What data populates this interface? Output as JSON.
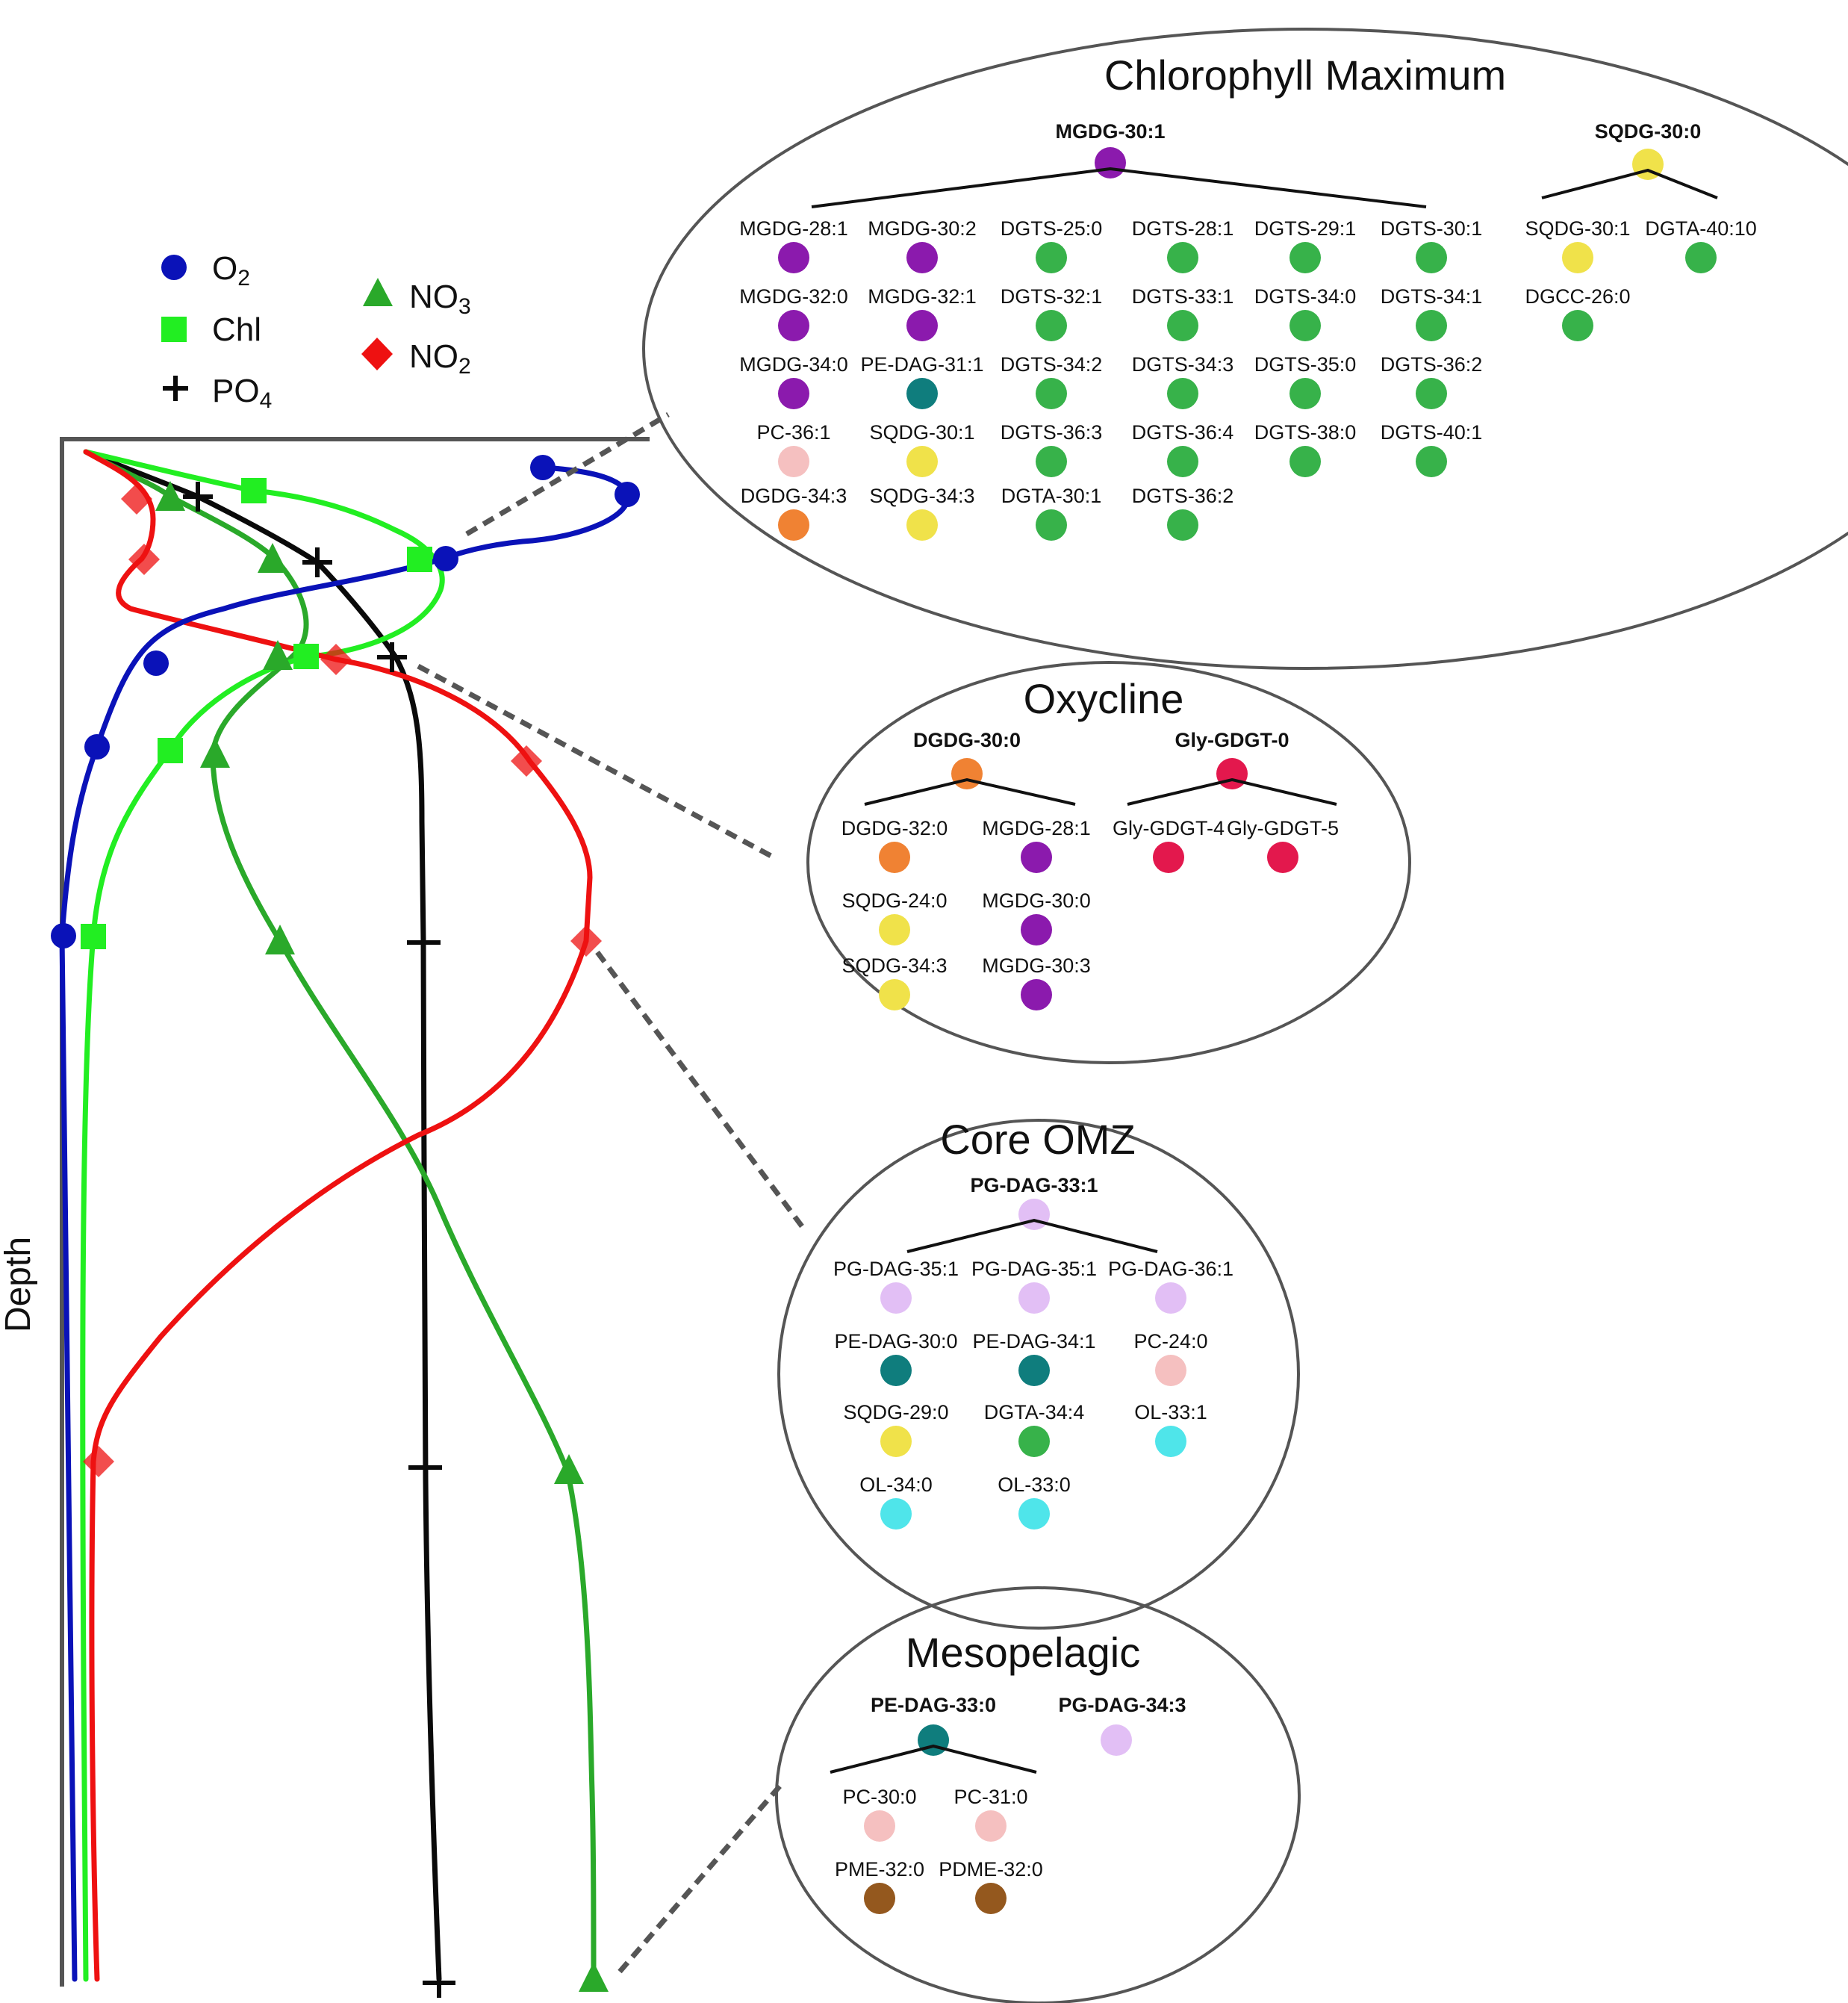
{
  "axis": {
    "ylabel": "Depth"
  },
  "colors": {
    "o2": "#0a12b8",
    "chl": "#22ee22",
    "po4": "#0a0a0a",
    "no3": "#2aa92a",
    "no2": "#ee1111",
    "purple": "#8b1aad",
    "green": "#37b24a",
    "teal": "#0f7d7d",
    "pink": "#f5c0c0",
    "yellow": "#f0e24a",
    "orange": "#f08233",
    "crimson": "#e3184d",
    "lavender": "#e2bff5",
    "cyan": "#4fe5ea",
    "brown": "#94581e"
  },
  "legend": {
    "o2": {
      "label": "O",
      "sub": "2"
    },
    "chl": {
      "label": "Chl",
      "sub": ""
    },
    "po4": {
      "label": "PO",
      "sub": "4"
    },
    "no3": {
      "label": "NO",
      "sub": "3"
    },
    "no2": {
      "label": "NO",
      "sub": "2"
    }
  },
  "zones": [
    {
      "title": "Chlorophyll Maximum",
      "groups": [
        {
          "parent": {
            "name": "MGDG-30:1",
            "color": "purple"
          },
          "children": [
            {
              "name": "MGDG-28:1",
              "color": "purple"
            },
            {
              "name": "MGDG-30:2",
              "color": "purple"
            },
            {
              "name": "DGTS-25:0",
              "color": "green"
            },
            {
              "name": "DGTS-28:1",
              "color": "green"
            },
            {
              "name": "DGTS-29:1",
              "color": "green"
            },
            {
              "name": "DGTS-30:1",
              "color": "green"
            },
            {
              "name": "MGDG-32:0",
              "color": "purple"
            },
            {
              "name": "MGDG-32:1",
              "color": "purple"
            },
            {
              "name": "DGTS-32:1",
              "color": "green"
            },
            {
              "name": "DGTS-33:1",
              "color": "green"
            },
            {
              "name": "DGTS-34:0",
              "color": "green"
            },
            {
              "name": "DGTS-34:1",
              "color": "green"
            },
            {
              "name": "MGDG-34:0",
              "color": "purple"
            },
            {
              "name": "PE-DAG-31:1",
              "color": "teal"
            },
            {
              "name": "DGTS-34:2",
              "color": "green"
            },
            {
              "name": "DGTS-34:3",
              "color": "green"
            },
            {
              "name": "DGTS-35:0",
              "color": "green"
            },
            {
              "name": "DGTS-36:2",
              "color": "green"
            },
            {
              "name": "PC-36:1",
              "color": "pink"
            },
            {
              "name": "SQDG-30:1",
              "color": "yellow"
            },
            {
              "name": "DGTS-36:3",
              "color": "green"
            },
            {
              "name": "DGTS-36:4",
              "color": "green"
            },
            {
              "name": "DGTS-38:0",
              "color": "green"
            },
            {
              "name": "DGTS-40:1",
              "color": "green"
            },
            {
              "name": "DGDG-34:3",
              "color": "orange"
            },
            {
              "name": "SQDG-34:3",
              "color": "yellow"
            },
            {
              "name": "DGTA-30:1",
              "color": "green"
            },
            {
              "name": "DGTS-36:2",
              "color": "green"
            }
          ]
        },
        {
          "parent": {
            "name": "SQDG-30:0",
            "color": "yellow"
          },
          "children": [
            {
              "name": "SQDG-30:1",
              "color": "yellow"
            },
            {
              "name": "DGTA-40:10",
              "color": "green"
            },
            {
              "name": "DGCC-26:0",
              "color": "green"
            }
          ]
        }
      ]
    },
    {
      "title": "Oxycline",
      "groups": [
        {
          "parent": {
            "name": "DGDG-30:0",
            "color": "orange"
          },
          "children": [
            {
              "name": "DGDG-32:0",
              "color": "orange"
            },
            {
              "name": "MGDG-28:1",
              "color": "purple"
            },
            {
              "name": "SQDG-24:0",
              "color": "yellow"
            },
            {
              "name": "MGDG-30:0",
              "color": "purple"
            },
            {
              "name": "SQDG-34:3",
              "color": "yellow"
            },
            {
              "name": "MGDG-30:3",
              "color": "purple"
            }
          ]
        },
        {
          "parent": {
            "name": "Gly-GDGT-0",
            "color": "crimson"
          },
          "children": [
            {
              "name": "Gly-GDGT-4",
              "color": "crimson"
            },
            {
              "name": "Gly-GDGT-5",
              "color": "crimson"
            }
          ]
        }
      ]
    },
    {
      "title": "Core OMZ",
      "groups": [
        {
          "parent": {
            "name": "PG-DAG-33:1",
            "color": "lavender"
          },
          "children": [
            {
              "name": "PG-DAG-35:1",
              "color": "lavender"
            },
            {
              "name": "PG-DAG-35:1",
              "color": "lavender"
            },
            {
              "name": "PG-DAG-36:1",
              "color": "lavender"
            },
            {
              "name": "PE-DAG-30:0",
              "color": "teal"
            },
            {
              "name": "PE-DAG-34:1",
              "color": "teal"
            },
            {
              "name": "PC-24:0",
              "color": "pink"
            },
            {
              "name": "SQDG-29:0",
              "color": "yellow"
            },
            {
              "name": "DGTA-34:4",
              "color": "green"
            },
            {
              "name": "OL-33:1",
              "color": "cyan"
            },
            {
              "name": "OL-34:0",
              "color": "cyan"
            },
            {
              "name": "OL-33:0",
              "color": "cyan"
            }
          ]
        }
      ]
    },
    {
      "title": "Mesopelagic",
      "groups": [
        {
          "parent": {
            "name": "PE-DAG-33:0",
            "color": "teal"
          },
          "children": [
            {
              "name": "PC-30:0",
              "color": "pink"
            },
            {
              "name": "PC-31:0",
              "color": "pink"
            },
            {
              "name": "PME-32:0",
              "color": "brown"
            },
            {
              "name": "PDME-32:0",
              "color": "brown"
            }
          ]
        },
        {
          "parent": {
            "name": "PG-DAG-34:3",
            "color": "lavender"
          },
          "children": []
        }
      ]
    }
  ]
}
